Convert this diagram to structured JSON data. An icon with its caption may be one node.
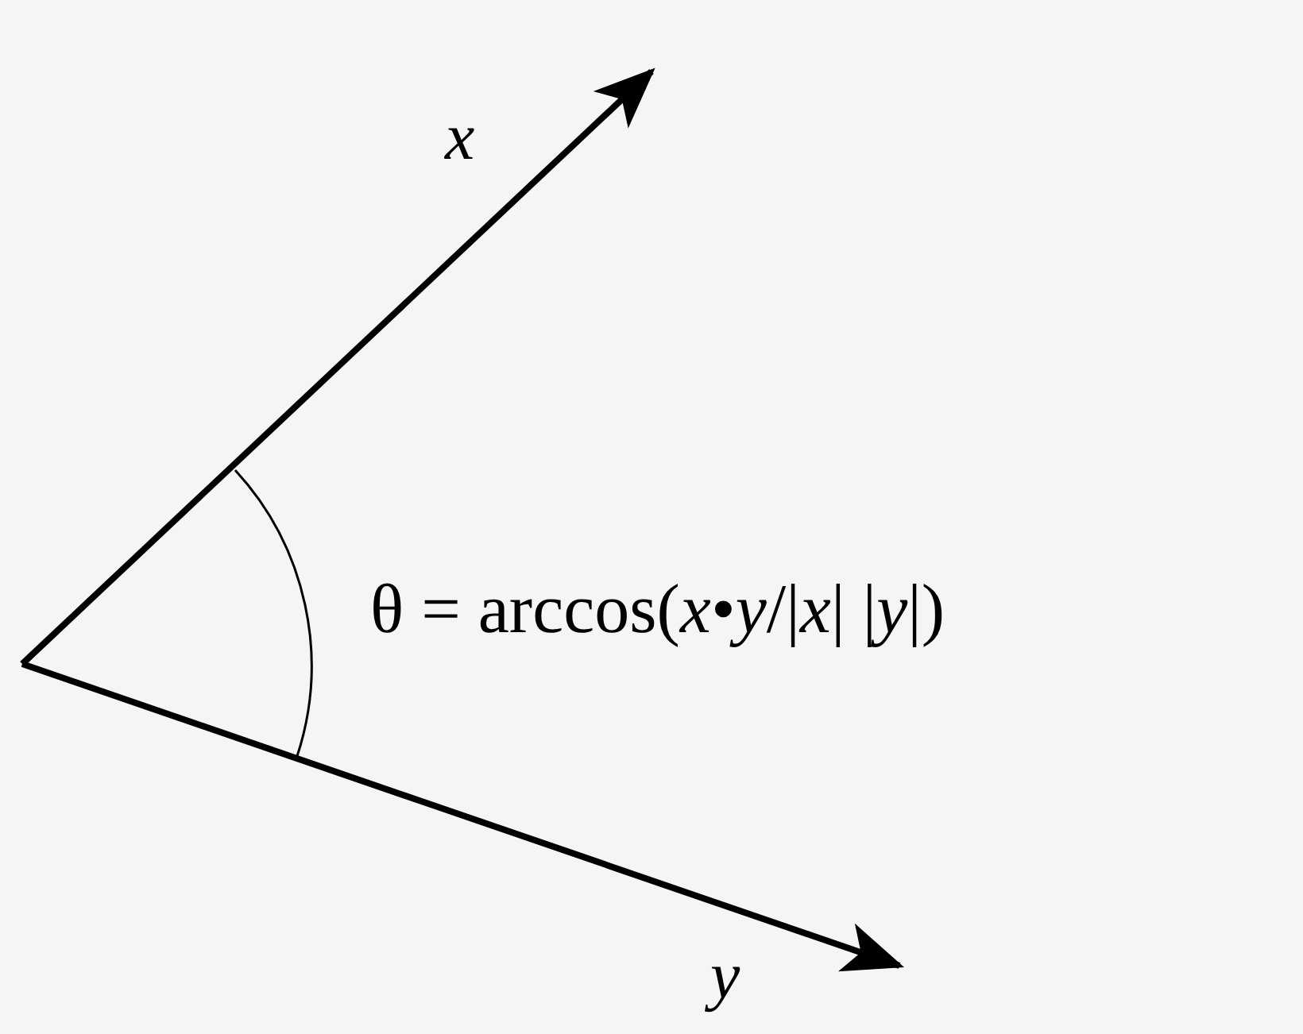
{
  "diagram": {
    "labels": [
      "x",
      "y",
      "θ = arccos(*x*•*y*/|*x*| |*y*|)"
    ]
  }
}
